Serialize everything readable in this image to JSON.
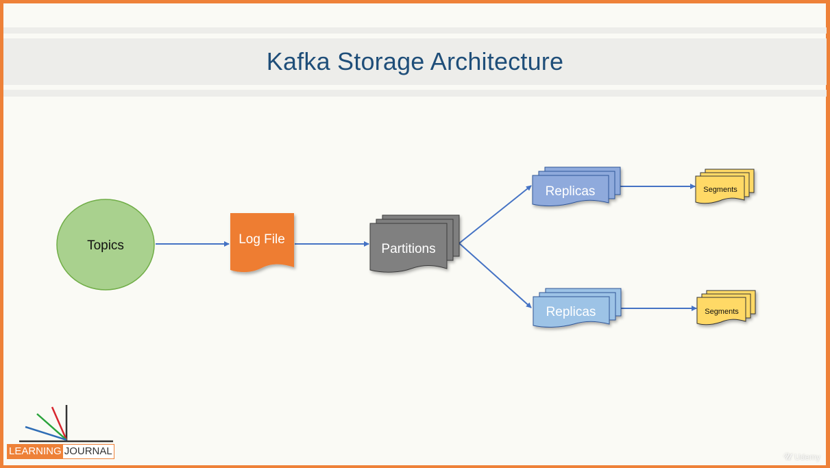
{
  "slide": {
    "title": "Kafka Storage Architecture"
  },
  "diagram": {
    "nodes": {
      "topics": "Topics",
      "log_file": "Log File",
      "partitions": "Partitions",
      "replicas_top": "Replicas",
      "replicas_bottom": "Replicas",
      "segments_top": "Segments",
      "segments_bottom": "Segments"
    },
    "colors": {
      "topics_fill": "#a9d18e",
      "topics_stroke": "#70ad47",
      "log_file_fill": "#ee7d31",
      "partitions_fill": "#7f7f7f",
      "replicas_top_fill": "#8faadc",
      "replicas_bottom_fill": "#9dc3e6",
      "segments_fill": "#ffd966",
      "arrow": "#4472c4"
    }
  },
  "logo": {
    "left_text": "LEARNING",
    "right_text": "JOURNAL",
    "accent": "#ee8138"
  },
  "watermark": {
    "icon": "udemy-icon",
    "text": "Udemy"
  }
}
